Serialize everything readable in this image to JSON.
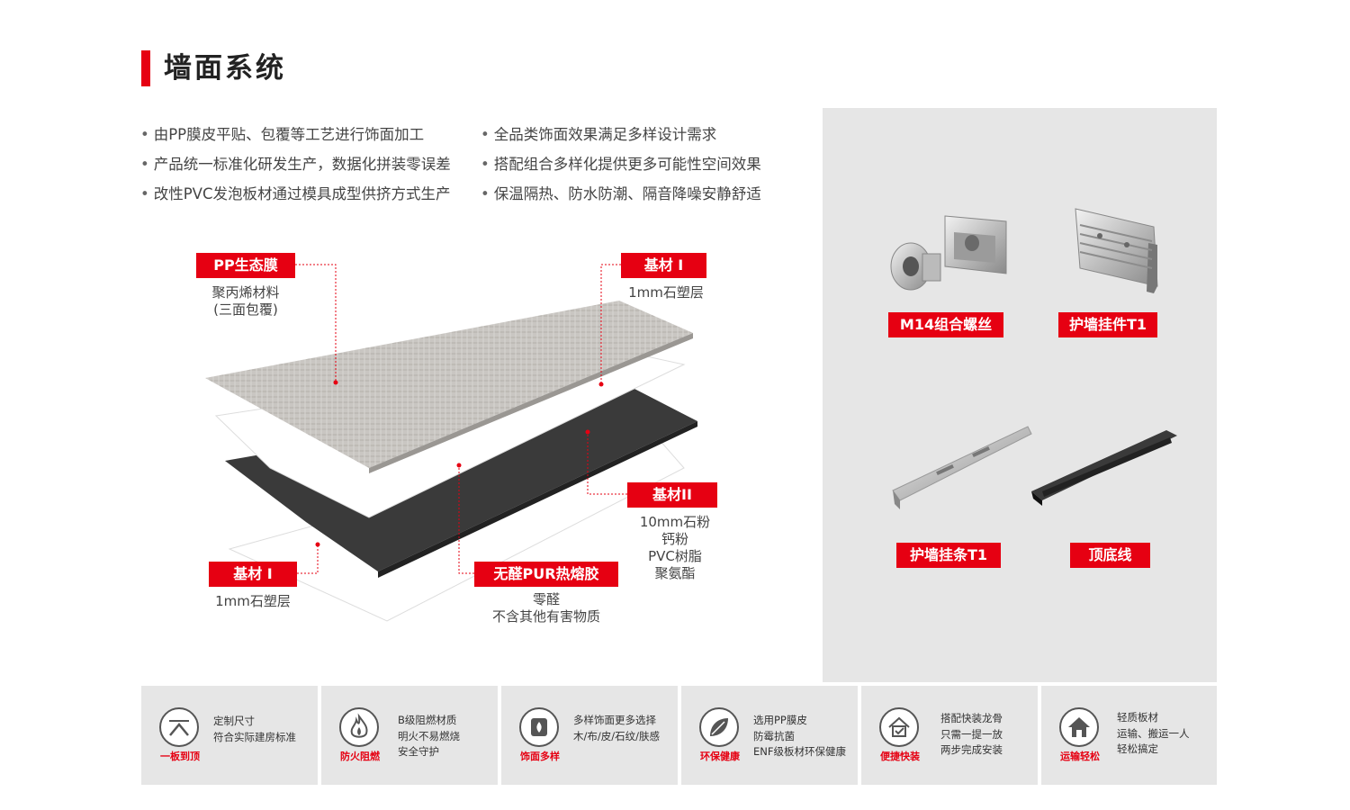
{
  "header": {
    "title": "墙面系统"
  },
  "bullets": {
    "left": [
      "由PP膜皮平贴、包覆等工艺进行饰面加工",
      "产品统一标准化研发生产，数据化拼装零误差",
      "改性PVC发泡板材通过模具成型供挤方式生产"
    ],
    "right": [
      "全品类饰面效果满足多样设计需求",
      "搭配组合多样化提供更多可能性空间效果",
      "保温隔热、防水防潮、隔音降噪安静舒适"
    ]
  },
  "layers": {
    "pp_film": {
      "tag": "PP生态膜",
      "desc": "聚丙烯材料\n(三面包覆)"
    },
    "base1_top": {
      "tag": "基材 I",
      "desc": "1mm石塑层"
    },
    "base2": {
      "tag": "基材II",
      "desc": "10mm石粉\n钙粉\nPVC树脂\n聚氨酯"
    },
    "base1_bottom": {
      "tag": "基材 I",
      "desc": "1mm石塑层"
    },
    "glue": {
      "tag": "无醛PUR热熔胶",
      "desc": "零醛\n不含其他有害物质"
    }
  },
  "accessories": [
    {
      "label": "M14组合螺丝"
    },
    {
      "label": "护墙挂件T1"
    },
    {
      "label": "护墙挂条T1"
    },
    {
      "label": "顶底线"
    }
  ],
  "features": [
    {
      "label": "一板到顶",
      "icon": "arrow-up-ceiling-icon",
      "lines": [
        "定制尺寸",
        "符合实际建房标准"
      ]
    },
    {
      "label": "防火阻燃",
      "icon": "flame-icon",
      "lines": [
        "B级阻燃材质",
        "明火不易燃烧",
        "安全守护"
      ]
    },
    {
      "label": "饰面多样",
      "icon": "palette-icon",
      "lines": [
        "多样饰面更多选择",
        "木/布/皮/石纹/肤感"
      ]
    },
    {
      "label": "环保健康",
      "icon": "leaf-icon",
      "lines": [
        "选用PP膜皮",
        "防霉抗菌",
        "ENF级板材环保健康"
      ]
    },
    {
      "label": "便捷快装",
      "icon": "house-check-icon",
      "lines": [
        "搭配快装龙骨",
        "只需一提一放",
        "两步完成安装"
      ]
    },
    {
      "label": "运输轻松",
      "icon": "house-icon",
      "lines": [
        "轻质板材",
        "运输、搬运一人",
        "轻松搞定"
      ]
    }
  ],
  "colors": {
    "accent": "#e60012",
    "panel": "#e6e6e6"
  }
}
